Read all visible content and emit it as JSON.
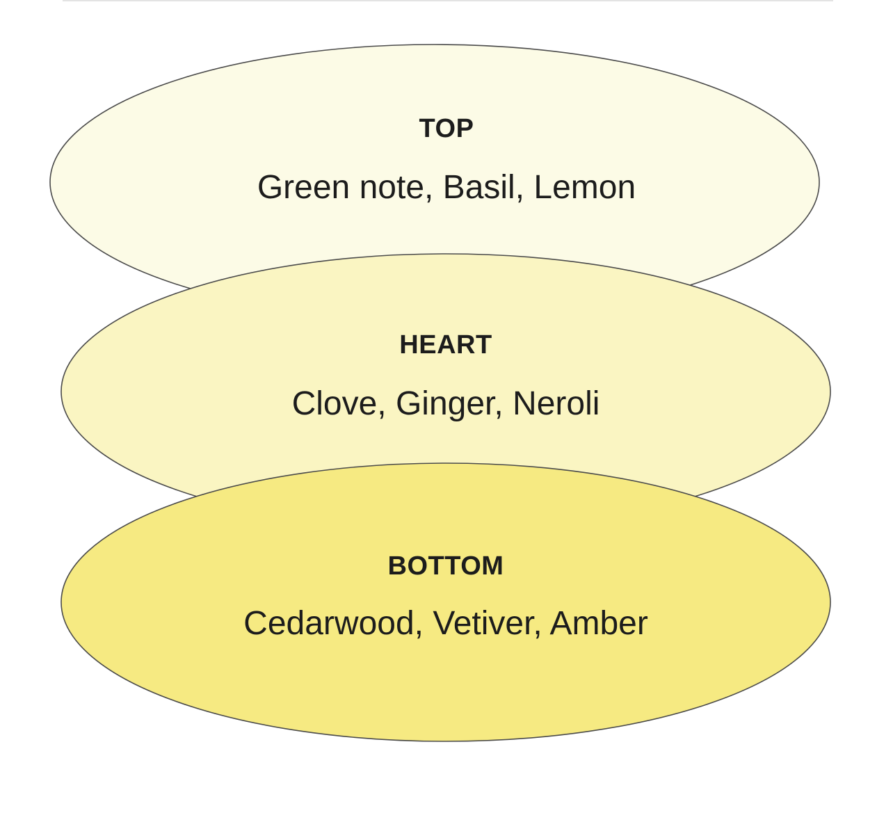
{
  "diagram": {
    "layers": [
      {
        "title": "TOP",
        "notes": "Green note, Basil, Lemon",
        "fill": "#fcfbe6"
      },
      {
        "title": "HEART",
        "notes": "Clove, Ginger, Neroli",
        "fill": "#faf5c2"
      },
      {
        "title": "BOTTOM",
        "notes": "Cedarwood, Vetiver, Amber",
        "fill": "#f6ea82"
      }
    ]
  }
}
